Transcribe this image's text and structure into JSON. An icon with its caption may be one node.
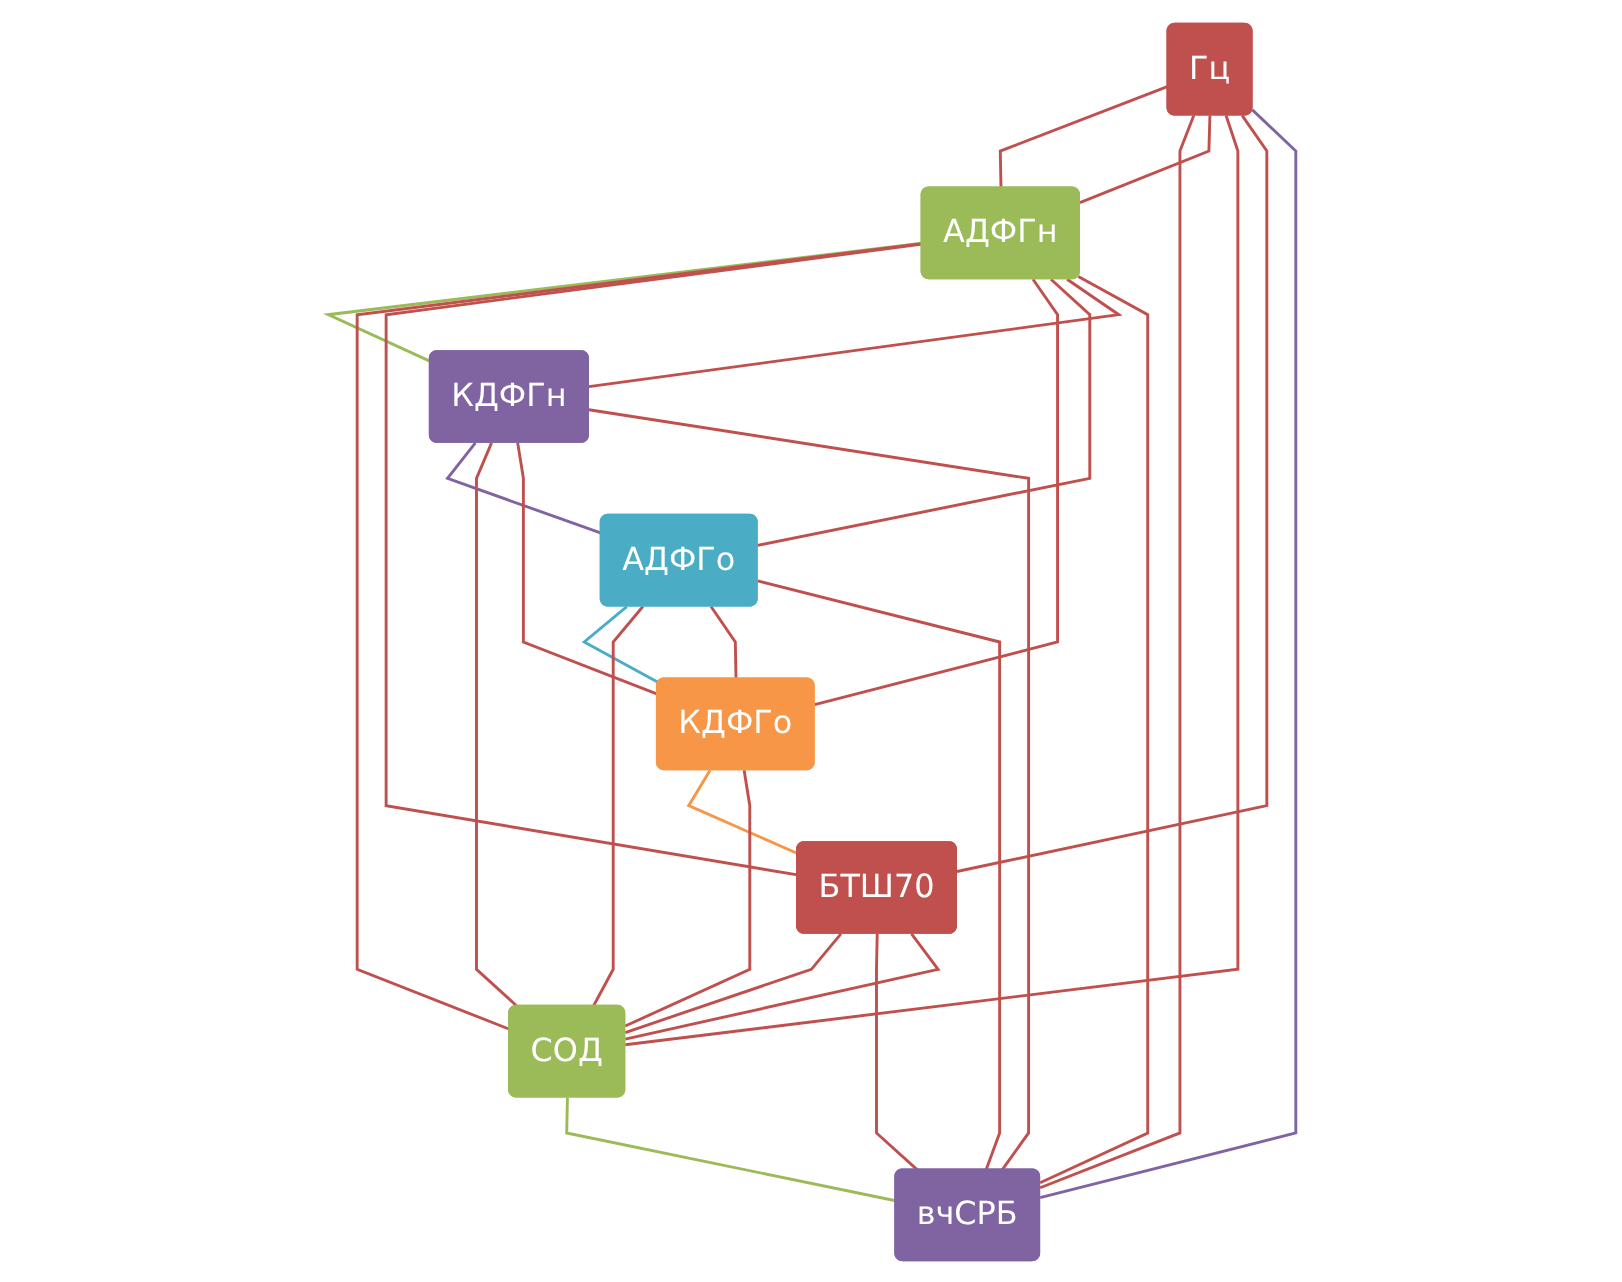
{
  "diagram": {
    "nodes": [
      {
        "text": [
          "Гц"
        ]
      },
      {
        "text": [
          "вчСРБ"
        ]
      },
      {
        "text": [
          "АДФГн"
        ]
      },
      {
        "text": [
          "СОД"
        ]
      },
      {
        "text": [
          "КДФГн"
        ]
      },
      {
        "text": [
          "БТШ70"
        ]
      },
      {
        "text": [
          "АДФГо"
        ]
      },
      {
        "text": [
          "КДФГо"
        ]
      }
    ],
    "edges": [
      {
        "from": 0,
        "to": 2,
        "arrow": "none"
      },
      {
        "from": 2,
        "to": 4,
        "arrow": "none",
        "color": "#9bbb59"
      },
      {
        "from": 4,
        "to": 6,
        "arrow": "none",
        "color": "#8064a2"
      },
      {
        "from": 6,
        "to": 7,
        "arrow": "none",
        "color": "#4bacc6"
      },
      {
        "from": 7,
        "to": 5,
        "arrow": "none",
        "color": "#f79646"
      },
      {
        "from": 5,
        "to": 3,
        "arrow": "none"
      },
      {
        "from": 3,
        "to": 1,
        "arrow": "none",
        "color": "#9bbb59"
      },
      {
        "from": 1,
        "to": 0,
        "arrow": "none",
        "color": "#8064a2"
      },
      {
        "from": 0,
        "to": 1,
        "arrow": "none"
      },
      {
        "from": 0,
        "to": 2,
        "arrow": "none"
      },
      {
        "from": 0,
        "to": 3,
        "arrow": "none"
      },
      {
        "from": 0,
        "to": 5,
        "arrow": "none"
      },
      {
        "from": 1,
        "to": 2,
        "arrow": "none"
      },
      {
        "from": 1,
        "to": 4,
        "arrow": "none"
      },
      {
        "from": 1,
        "to": 6,
        "arrow": "none"
      },
      {
        "from": 1,
        "to": 5,
        "arrow": "none"
      },
      {
        "from": 2,
        "to": 3,
        "arrow": "none"
      },
      {
        "from": 2,
        "to": 5,
        "arrow": "none"
      },
      {
        "from": 2,
        "to": 7,
        "arrow": "none"
      },
      {
        "from": 2,
        "to": 6,
        "arrow": "none"
      },
      {
        "from": 2,
        "to": 4,
        "arrow": "none"
      },
      {
        "from": 4,
        "to": 3,
        "arrow": "none"
      },
      {
        "from": 4,
        "to": 7,
        "arrow": "none"
      },
      {
        "from": 6,
        "to": 3,
        "arrow": "none"
      },
      {
        "from": 6,
        "to": 7,
        "arrow": "none"
      },
      {
        "from": 3,
        "to": 5,
        "arrow": "none"
      },
      {
        "from": 3,
        "to": 7,
        "arrow": "none"
      }
    ]
  }
}
